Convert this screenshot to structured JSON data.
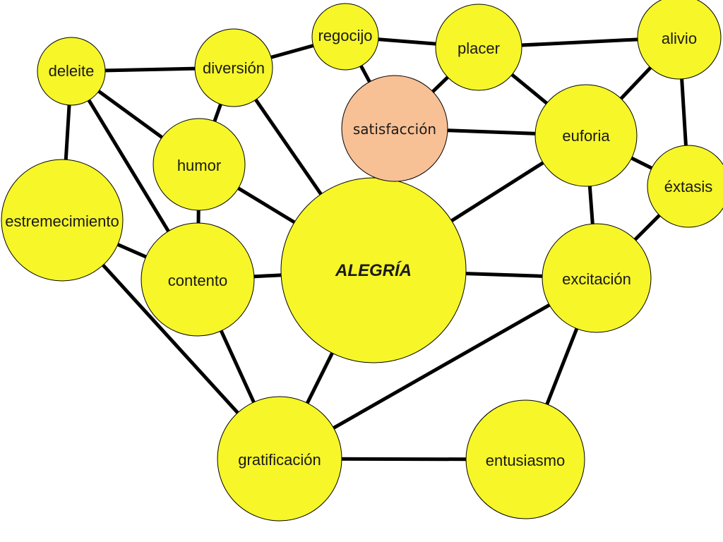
{
  "colors": {
    "node_fill": "#f6f629",
    "highlight_fill": "#f8c095",
    "edge": "#000000",
    "background": "#ffffff"
  },
  "nodes": [
    {
      "id": "alegria",
      "label": "ALEGRÍA",
      "emphasis": "main"
    },
    {
      "id": "deleite",
      "label": "deleite"
    },
    {
      "id": "diversion",
      "label": "diversión"
    },
    {
      "id": "regocijo",
      "label": "regocijo"
    },
    {
      "id": "placer",
      "label": "placer"
    },
    {
      "id": "alivio",
      "label": "alivio"
    },
    {
      "id": "satisfaccion",
      "label": "satisfacción",
      "highlight": true
    },
    {
      "id": "euforia",
      "label": "euforia"
    },
    {
      "id": "humor",
      "label": "humor"
    },
    {
      "id": "extasis",
      "label": "éxtasis"
    },
    {
      "id": "estremecimiento",
      "label": "estremecimiento"
    },
    {
      "id": "contento",
      "label": "contento"
    },
    {
      "id": "excitacion",
      "label": "excitación"
    },
    {
      "id": "gratificacion",
      "label": "gratificación"
    },
    {
      "id": "entusiasmo",
      "label": "entusiasmo"
    }
  ],
  "edges": [
    [
      "deleite",
      "diversion"
    ],
    [
      "diversion",
      "regocijo"
    ],
    [
      "regocijo",
      "placer"
    ],
    [
      "placer",
      "alivio"
    ],
    [
      "regocijo",
      "satisfaccion"
    ],
    [
      "placer",
      "satisfaccion"
    ],
    [
      "placer",
      "euforia"
    ],
    [
      "alivio",
      "euforia"
    ],
    [
      "alivio",
      "extasis"
    ],
    [
      "satisfaccion",
      "euforia"
    ],
    [
      "satisfaccion",
      "alegria"
    ],
    [
      "euforia",
      "extasis"
    ],
    [
      "euforia",
      "alegria"
    ],
    [
      "euforia",
      "excitacion"
    ],
    [
      "extasis",
      "excitacion"
    ],
    [
      "deleite",
      "humor"
    ],
    [
      "deleite",
      "estremecimiento"
    ],
    [
      "deleite",
      "contento"
    ],
    [
      "diversion",
      "humor"
    ],
    [
      "diversion",
      "alegria"
    ],
    [
      "humor",
      "alegria"
    ],
    [
      "humor",
      "contento"
    ],
    [
      "estremecimiento",
      "contento"
    ],
    [
      "estremecimiento",
      "gratificacion"
    ],
    [
      "contento",
      "alegria"
    ],
    [
      "contento",
      "gratificacion"
    ],
    [
      "alegria",
      "excitacion"
    ],
    [
      "alegria",
      "gratificacion"
    ],
    [
      "excitacion",
      "gratificacion"
    ],
    [
      "excitacion",
      "entusiasmo"
    ],
    [
      "gratificacion",
      "entusiasmo"
    ]
  ]
}
